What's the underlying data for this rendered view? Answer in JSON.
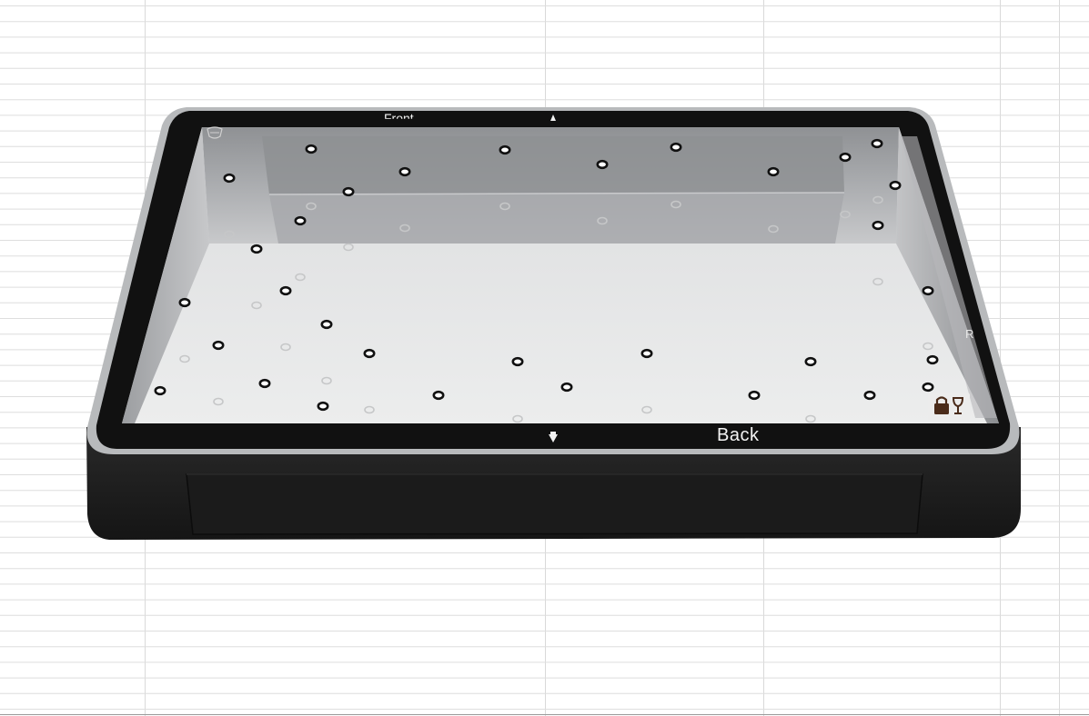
{
  "tray": {
    "front_label": "Front",
    "back_label": "Back",
    "side_label": "R"
  },
  "icons": [
    "lock-icon",
    "wine-glass-icon",
    "shield-icon"
  ],
  "colors": {
    "tray_body": "#1f1f1f",
    "tray_rim": "#0f0f0f",
    "tray_floor": "#e6e7e8",
    "tray_wall": "#9a9c9f",
    "grid_line": "#d9d9d9"
  }
}
